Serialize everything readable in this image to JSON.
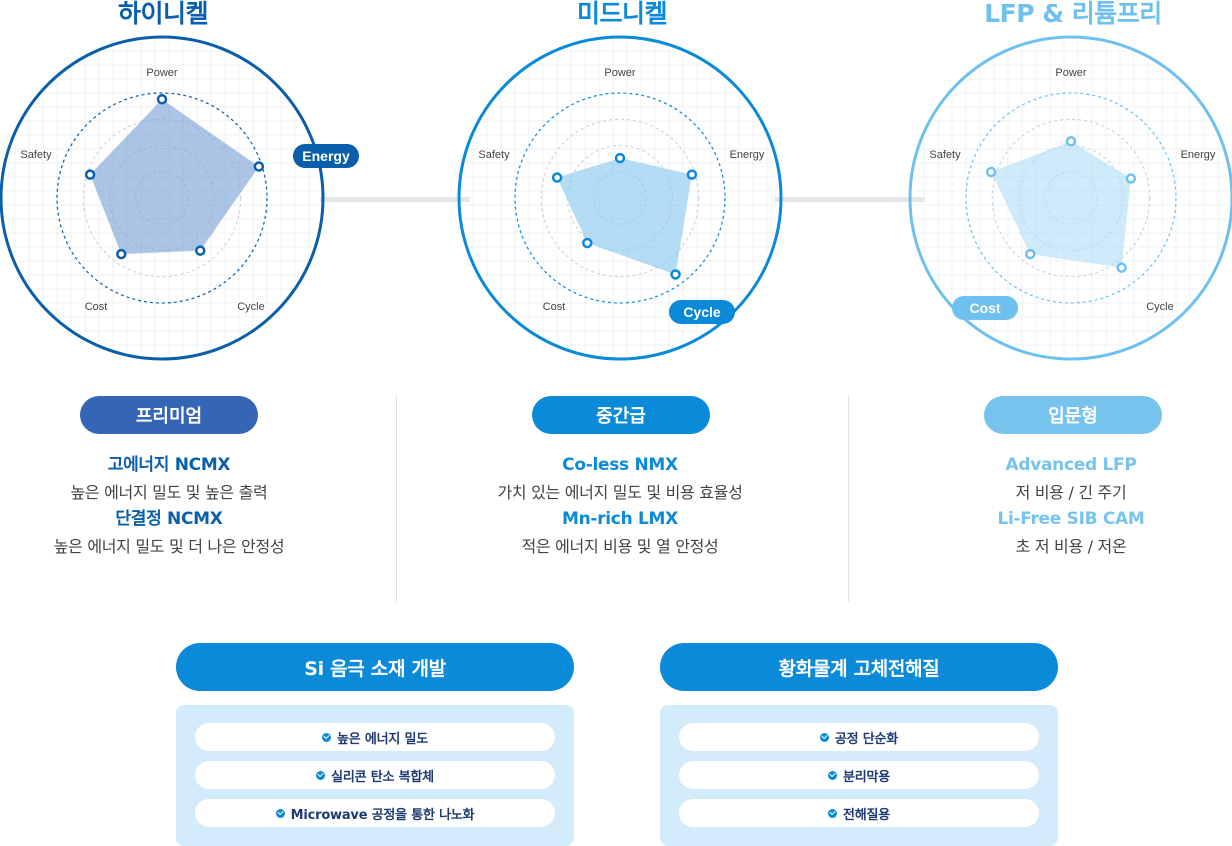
{
  "columns": [
    {
      "title": "하이니켈",
      "color": "#0a5fab",
      "fill": "#7fa6d9",
      "tier": "프리미엄",
      "tier_color": "#3566b5",
      "highlight_axis": 1,
      "highlight_label": "Energy",
      "chemistries": [
        {
          "name": "고에너지 NCMX",
          "desc": "높은 에너지 밀도 및 높은 출력"
        },
        {
          "name": "단결정 NCMX",
          "desc": "높은 에너지 밀도 및 더 나은 안정성"
        }
      ]
    },
    {
      "title": "미드니켈",
      "color": "#0a8ad8",
      "fill": "#8ccbef",
      "tier": "중간급",
      "tier_color": "#0a8ad8",
      "highlight_axis": 2,
      "highlight_label": "Cycle",
      "chemistries": [
        {
          "name": "Co-less NMX",
          "desc": "가치 있는 에너지 밀도 및 비용 효율성"
        },
        {
          "name": "Mn-rich LMX",
          "desc": "적은 에너지 비용 및 열 안정성"
        }
      ]
    },
    {
      "title": "LFP & 리튬프리",
      "color": "#6ec1ee",
      "fill": "#b5e0f7",
      "tier": "입문형",
      "tier_color": "#76c4ee",
      "highlight_axis": 3,
      "highlight_label": "Cost",
      "chemistries": [
        {
          "name": "Advanced LFP",
          "desc": "저 비용 / 긴 주기"
        },
        {
          "name": "Li-Free SIB CAM",
          "desc": "초 저 비용 / 저온"
        }
      ]
    }
  ],
  "axes": [
    "Power",
    "Energy",
    "Cycle",
    "Cost",
    "Safety"
  ],
  "radar_values": [
    [
      0.94,
      0.97,
      0.62,
      0.66,
      0.72
    ],
    [
      0.38,
      0.72,
      0.9,
      0.53,
      0.63
    ],
    [
      0.54,
      0.6,
      0.82,
      0.66,
      0.8
    ]
  ],
  "developments": [
    {
      "title": "Si 음극 소재 개발",
      "items": [
        "높은 에너지 밀도",
        "실리콘 탄소 복합체",
        "Microwave 공정을 통한 나노화"
      ]
    },
    {
      "title": "황화물계 고체전해질",
      "items": [
        "공정 단순화",
        "분리막용",
        "전해질용"
      ]
    }
  ]
}
